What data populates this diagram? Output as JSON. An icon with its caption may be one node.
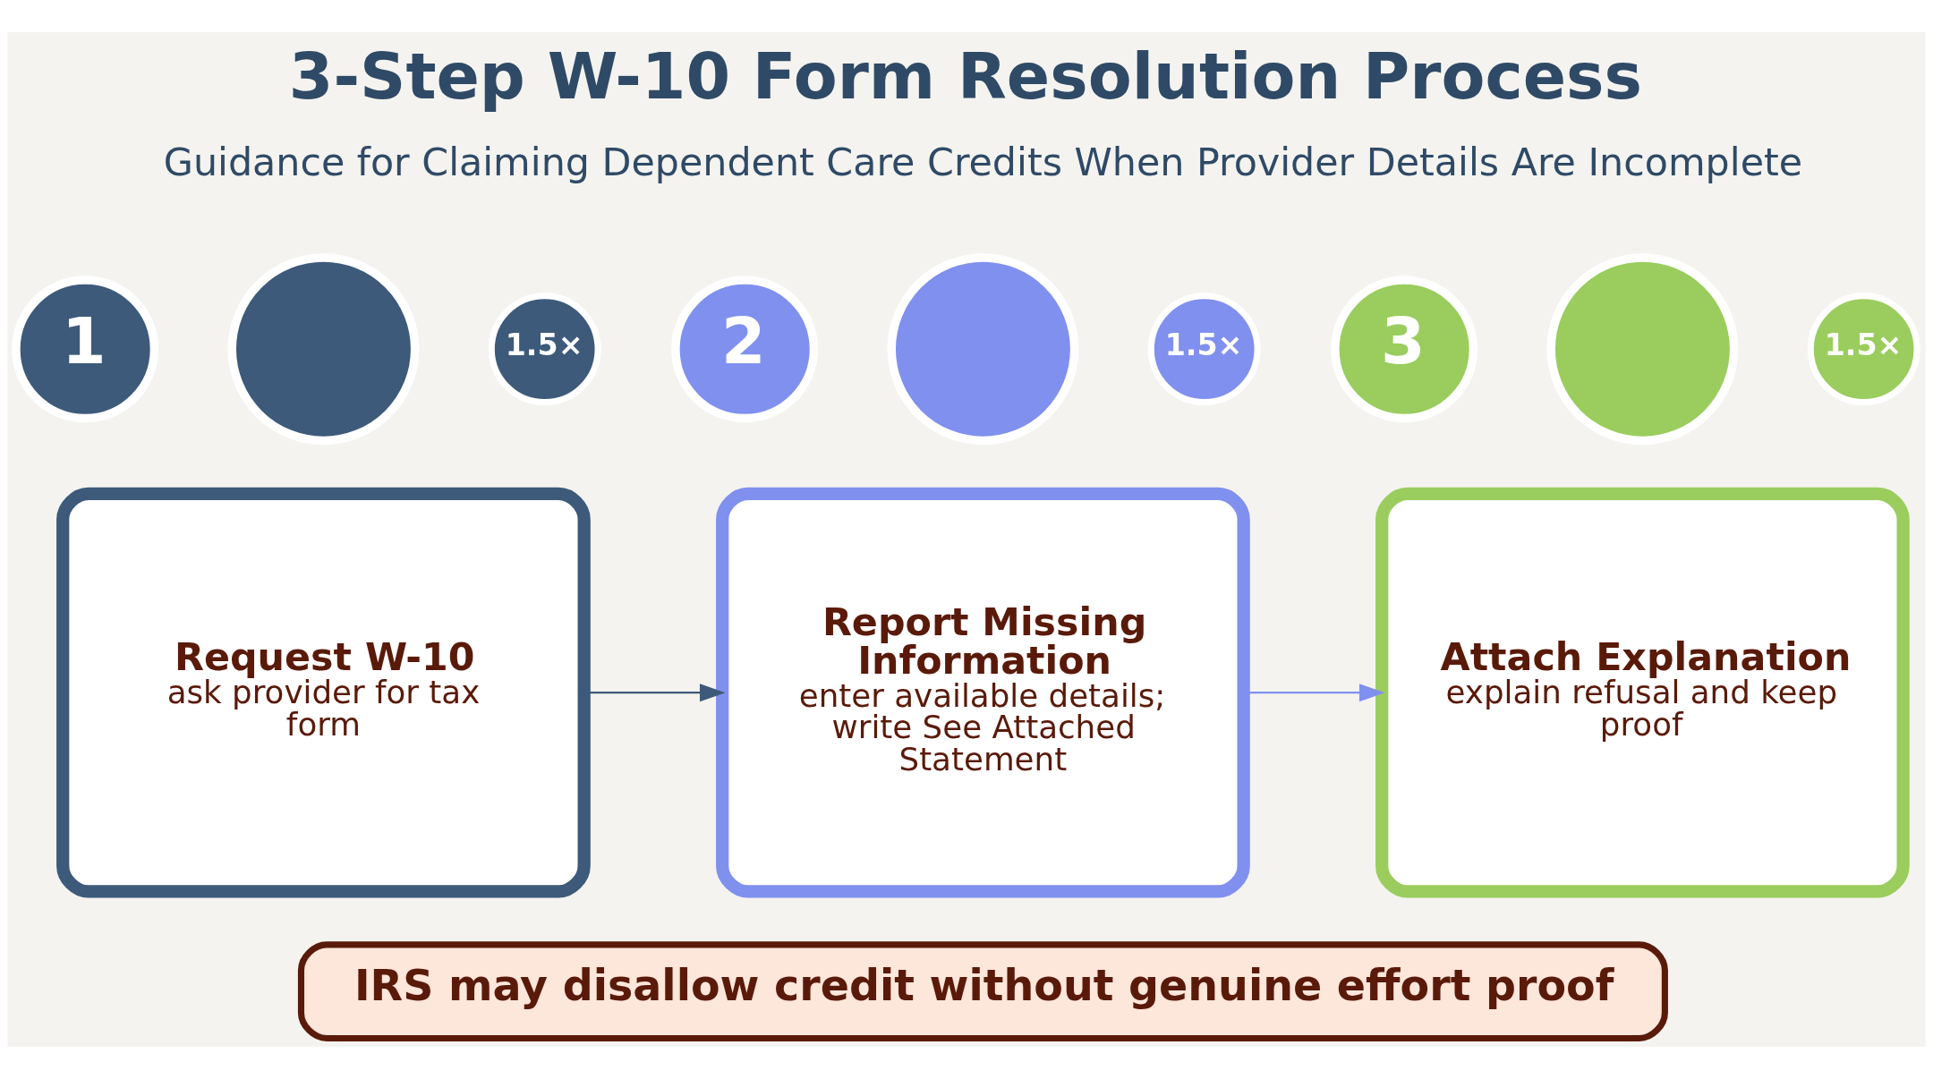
{
  "diagram": {
    "title": "3-Step W-10 Form Resolution Process",
    "nodes": [
      {
        "text": [
          "1"
        ]
      },
      {
        "text": [],
        "shape": "circle"
      },
      {
        "text": [
          "1.5×"
        ]
      },
      {
        "text": [
          "Request W-10",
          "ask provider for tax form"
        ]
      },
      {
        "text": [
          "2"
        ]
      },
      {
        "text": [],
        "shape": "circle"
      },
      {
        "text": [
          "1.5×"
        ]
      },
      {
        "text": [
          "Report Missing Information",
          "enter available details; write See Attached Statement"
        ]
      },
      {
        "text": [
          "3"
        ]
      },
      {
        "text": [],
        "shape": "circle"
      },
      {
        "text": [
          "1.5×"
        ]
      },
      {
        "text": [
          "Attach Explanation",
          "explain refusal and keep proof"
        ]
      },
      {
        "text": [
          "IRS may disallow credit without genuine effort proof"
        ]
      }
    ],
    "edges": [
      {
        "from": 3,
        "to": 7,
        "arrow": "to",
        "color": "#3d5a7a"
      },
      {
        "from": 7,
        "to": 11,
        "arrow": "to",
        "color": "#8090ee"
      }
    ],
    "labels": [
      "Guidance for Claiming Dependent Care Credits When Provider Details Are Incomplete"
    ]
  }
}
